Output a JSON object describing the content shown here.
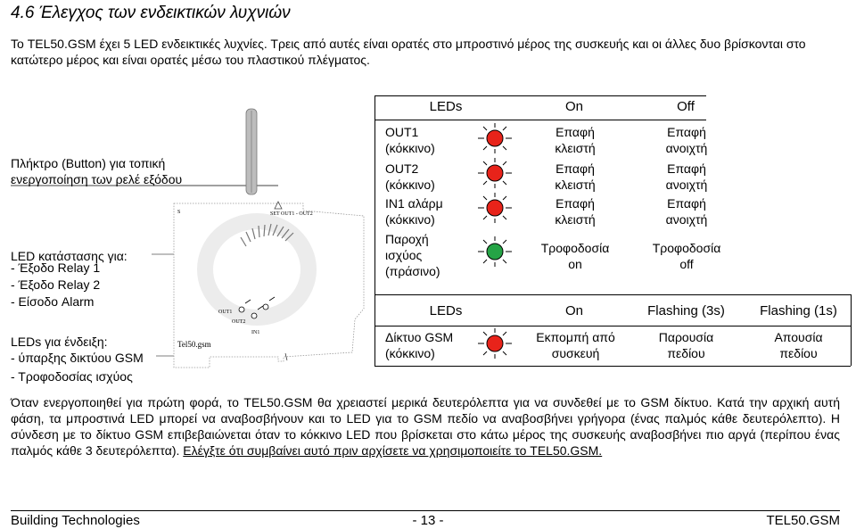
{
  "heading": "4.6  Έλεγχος των ενδεικτικών λυχνιών",
  "intro": "Το TEL50.GSM έχει 5 LED ενδεικτικές λυχνίες. Τρεις από αυτές είναι ορατές στο μπροστινό μέρος της συσκευής και οι άλλες δυο βρίσκονται στο κατώτερο μέρος και είναι ορατές μέσω του πλαστικού πλέγματος.",
  "diagram": {
    "button_label_1": "Πλήκτρο (Button) για τοπική",
    "button_label_2": "ενεργοποίηση των ρελέ εξόδου",
    "led_status_title": "LED κατάστασης για:",
    "led_status_items": [
      "- Έξοδο Relay 1",
      "- Έξοδο Relay 2",
      "- Είσοδο Alarm"
    ],
    "gsm_led_title": "LEDs για ένδειξη:",
    "gsm_led_items": [
      "- ύπαρξης δικτύου GSM",
      "- Τροφοδοσίας ισχύος"
    ],
    "device_set": "SET OUT1 - OUT2",
    "device_s": "S",
    "device_out1": "OUT1",
    "device_out2": "OUT2",
    "device_in1": "IN1",
    "device_model": "Tel50.gsm"
  },
  "table1": {
    "headers": [
      "LEDs",
      "On",
      "Off"
    ],
    "rows": [
      {
        "led": [
          "OUT1",
          "(κόκκινο)"
        ],
        "color": "red",
        "on": [
          "Επαφή",
          "κλειστή"
        ],
        "off": [
          "Επαφή",
          "ανοιχτή"
        ]
      },
      {
        "led": [
          "OUT2",
          "(κόκκινο)"
        ],
        "color": "red",
        "on": [
          "Επαφή",
          "κλειστή"
        ],
        "off": [
          "Επαφή",
          "ανοιχτή"
        ]
      },
      {
        "led": [
          "IN1 αλάρμ",
          "(κόκκινο)"
        ],
        "color": "red",
        "on": [
          "Επαφή",
          "κλειστή"
        ],
        "off": [
          "Επαφή",
          "ανοιχτή"
        ]
      },
      {
        "led": [
          "Παροχή",
          "ισχύος",
          "(πράσινο)"
        ],
        "color": "green",
        "on": [
          "Τροφοδοσία",
          "on"
        ],
        "off": [
          "Τροφοδοσία",
          "off"
        ]
      }
    ]
  },
  "table2": {
    "headers": [
      "LEDs",
      "On",
      "Flashing (3s)",
      "Flashing (1s)"
    ],
    "row": {
      "led": [
        "Δίκτυο GSM",
        "(κόκκινο)"
      ],
      "color": "red",
      "on": [
        "Εκπομπή από",
        "συσκευή"
      ],
      "f3": [
        "Παρουσία",
        "πεδίου"
      ],
      "f1": [
        "Απουσία",
        "πεδίου"
      ]
    }
  },
  "body_text": "Όταν ενεργοποιηθεί για πρώτη φορά, το TEL50.GSM θα χρειαστεί μερικά δευτερόλεπτα για να συνδεθεί με το GSM δίκτυο. Κατά την αρχική αυτή φάση, τα μπροστινά LED μπορεί να αναβοσβήνουν και το LED για το GSM πεδίο να αναβοσβήνει γρήγορα (ένας παλμός κάθε δευτερόλεπτο). Η σύνδεση με το δίκτυο GSM επιβεβαιώνεται όταν το κόκκινο LED που βρίσκεται στο κάτω μέρος της συσκευής αναβοσβήνει πιο αργά (περίπου ένας παλμός κάθε 3 δευτερόλεπτα). ",
  "body_text_underlined": "Ελέγξτε ότι συμβαίνει αυτό πριν αρχίσετε να χρησιμοποιείτε το TEL50.GSM.",
  "footer": {
    "left": "Building Technologies",
    "center": "- 13 -",
    "right": "TEL50.GSM"
  },
  "colors": {
    "led_red": "#e8231a",
    "led_green": "#25a446"
  }
}
